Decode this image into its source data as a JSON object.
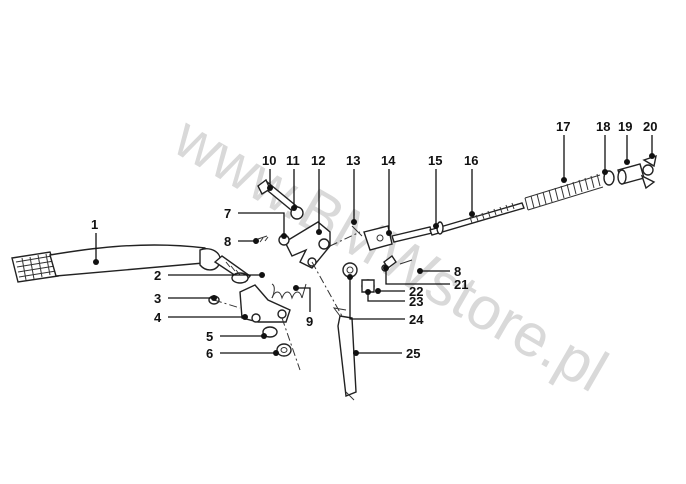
{
  "watermark": "www.BMWstore.pl",
  "callouts": [
    "1",
    "2",
    "3",
    "4",
    "5",
    "6",
    "7",
    "8",
    "9",
    "10",
    "11",
    "12",
    "13",
    "14",
    "15",
    "16",
    "17",
    "18",
    "19",
    "20",
    "21",
    "22",
    "23",
    "24",
    "25",
    "8"
  ]
}
